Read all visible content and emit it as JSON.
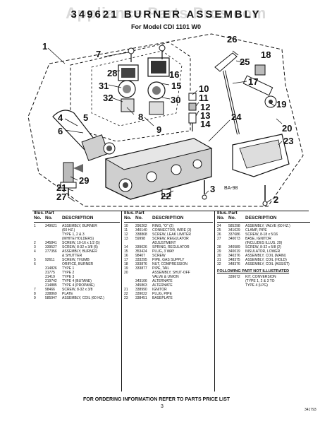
{
  "watermark": "Appliance Parts Pros.com",
  "title": "349621 BURNER ASSEMBLY",
  "subtitle": "For Model CDI 1101 W0",
  "diagram": {
    "code_label": "BA-98",
    "callouts": [
      "1",
      "2",
      "3",
      "4",
      "5",
      "6",
      "7",
      "8",
      "9",
      "10",
      "11",
      "12",
      "13",
      "14",
      "15",
      "16",
      "17",
      "18",
      "19",
      "20",
      "21",
      "22",
      "23",
      "24",
      "25",
      "26",
      "27",
      "28",
      "29",
      "30",
      "31",
      "32"
    ]
  },
  "table": {
    "headers": {
      "illus": "Illus.",
      "no": "No.",
      "part": "Part",
      "part_no": "No.",
      "description": "DESCRIPTION"
    },
    "columns": [
      [
        {
          "n": "1",
          "p": "349621",
          "d": "ASSEMBLY, BURNER"
        },
        {
          "n": "",
          "p": "",
          "d": "(60 HZ.)"
        },
        {
          "n": "",
          "p": "",
          "d": "TYPE 1, 2 & 3"
        },
        {
          "n": "",
          "p": "",
          "d": "(WHITE HOLDERS)"
        },
        {
          "n": "2",
          "p": "345841",
          "d": "SCREW, 10-16 x 1/2 (5)"
        },
        {
          "n": "3",
          "p": "339527",
          "d": "SCREW, 8-32 x 3/8 (5)"
        },
        {
          "n": "4",
          "p": "277356",
          "d": "ASSEMBLY, BURNER"
        },
        {
          "n": "",
          "p": "",
          "d": "& SHUTTER"
        },
        {
          "n": "5",
          "p": "92611",
          "d": "SCREW, THUMB"
        },
        {
          "n": "6",
          "p": "",
          "d": "ORIFICE, BURNER"
        },
        {
          "n": "",
          "p": "314826",
          "d": "TYPE 1"
        },
        {
          "n": "",
          "p": "31775",
          "d": "TYPE 2"
        },
        {
          "n": "",
          "p": "31419",
          "d": "TYPE 3"
        },
        {
          "n": "",
          "p": "219742",
          "d": "TYPE 4 (BUTANE)"
        },
        {
          "n": "",
          "p": "214885",
          "d": "TYPE 4 (PROPANE)"
        },
        {
          "n": "7",
          "p": "98466",
          "d": "SCREW, 8-32 x 3/8"
        },
        {
          "n": "8",
          "p": "338869",
          "d": "PLATE"
        },
        {
          "n": "9",
          "p": "585947",
          "d": "ASSEMBLY, COIL (60 HZ.)"
        }
      ],
      [
        {
          "n": "10",
          "p": "296202",
          "d": "RING, \"O\" (2)"
        },
        {
          "n": "11",
          "p": "340140",
          "d": "CONNECTOR, WIRE (3)"
        },
        {
          "n": "12",
          "p": "338868",
          "d": "SCREW, LEAK LIMITER"
        },
        {
          "n": "13",
          "p": "59998",
          "d": "SCREW, REGULATOR"
        },
        {
          "n": "",
          "p": "",
          "d": "ADJUSTMENT"
        },
        {
          "n": "14",
          "p": "339026",
          "d": "SPRING, REGULATOR"
        },
        {
          "n": "15",
          "p": "353424",
          "d": "PLUG, 3 WAY"
        },
        {
          "n": "16",
          "p": "98407",
          "d": "SCREW"
        },
        {
          "n": "17",
          "p": "333295",
          "d": "PIPE, GAS SUPPLY"
        },
        {
          "n": "18",
          "p": "333876",
          "d": "NUT, COMPRESSION"
        },
        {
          "n": "19",
          "p": "333877",
          "d": "PIPE, TAIL"
        },
        {
          "n": "20",
          "p": "",
          "d": "ASSEMBLY, SHUT-OFF"
        },
        {
          "n": "",
          "p": "",
          "d": "VALVE & UNION"
        },
        {
          "n": "",
          "p": "343106",
          "d": "ALTERNATE"
        },
        {
          "n": "",
          "p": "345863",
          "d": "ALTERNATE"
        },
        {
          "n": "21",
          "p": "338990",
          "d": "IGNITOR"
        },
        {
          "n": "22",
          "p": "339022",
          "d": "PLUG, PIPE"
        },
        {
          "n": "23",
          "p": "338451",
          "d": "BASEPLATE"
        }
      ],
      [
        {
          "n": "24",
          "p": "585298",
          "d": "ASSEMBLY, VALVE (60 HZ.)"
        },
        {
          "n": "25",
          "p": "341029",
          "d": "CLAMP, PIPE"
        },
        {
          "n": "26",
          "p": "337686",
          "d": "SCREW, 8-18 x 5/16"
        },
        {
          "n": "27",
          "p": "340073",
          "d": "BASE, IGNITOR"
        },
        {
          "n": "",
          "p": "",
          "d": "(INCLUDES ILLUS. 29)"
        },
        {
          "n": "28",
          "p": "340589",
          "d": "SCREW, 8-32 x 5/8 (2)"
        },
        {
          "n": "29",
          "p": "340019",
          "d": "INSULATOR, LOWER"
        },
        {
          "n": "30",
          "p": "340376",
          "d": "ASSEMBLY, COIL (MAIN)"
        },
        {
          "n": "31",
          "p": "348375",
          "d": "ASSEMBLY, COIL (HOLD)"
        },
        {
          "n": "32",
          "p": "348376",
          "d": "ASSEMBLY, COIL (ASSIST)"
        }
      ]
    ],
    "note_heading": "FOLLOWING PART NOT ILLUSTRATED",
    "note_rows": [
      {
        "p": "339672",
        "d": "KIT, CONVERSION"
      },
      {
        "p": "",
        "d": "(TYPE 1, 2 & 3 TO"
      },
      {
        "p": "",
        "d": "TYPE 4 (LPG)"
      }
    ]
  },
  "footer": {
    "ordering": "FOR ORDERING INFORMATION REFER TO PARTS PRICE LIST",
    "page": "3",
    "doc_number": "341793"
  }
}
